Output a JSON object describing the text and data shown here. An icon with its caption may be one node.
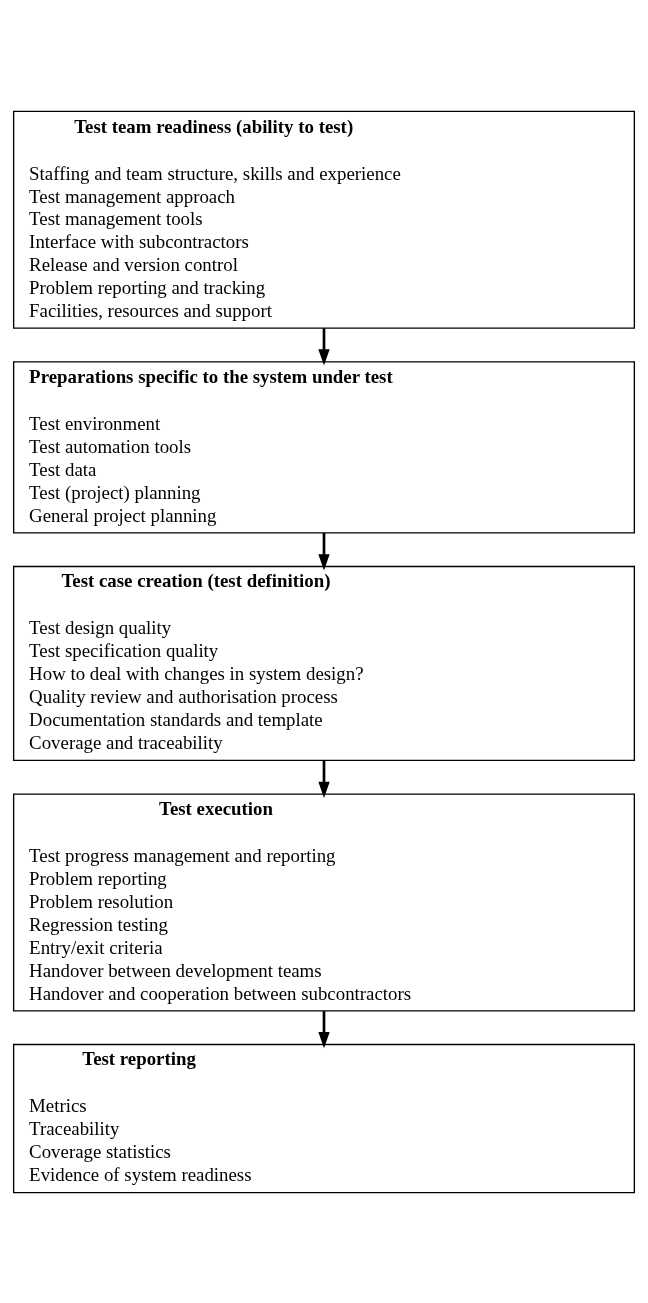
{
  "diagram": {
    "nodes": [
      {
        "text": [
          "Test team readiness (ability to test)",
          "Staffing and team structure, skills and experience",
          "Test management approach",
          "Test management tools",
          "Interface with subcontractors",
          "Release and version control",
          "Problem reporting and tracking",
          "Facilities, resources and support"
        ]
      },
      {
        "text": [
          "Preparations specific to the system under test",
          "Test environment",
          "Test automation tools",
          "Test data",
          "Test (project) planning",
          "General project planning"
        ]
      },
      {
        "text": [
          "Test case creation (test definition)",
          "Test design quality",
          "Test specification quality",
          "How to deal with changes in system design?",
          "Quality review and authorisation process",
          "Documentation standards and template",
          "Coverage and traceability"
        ]
      },
      {
        "text": [
          "Test execution",
          "Test progress management and reporting",
          "Problem reporting",
          "Problem resolution",
          "Regression testing",
          "Entry/exit criteria",
          "Handover between development teams",
          "Handover and cooperation between subcontractors"
        ]
      },
      {
        "text": [
          "Test reporting",
          "Metrics",
          "Traceability",
          "Coverage statistics",
          "Evidence of system readiness"
        ]
      }
    ],
    "edges": [
      {
        "from": 0,
        "to": 1,
        "arrow": "to"
      },
      {
        "from": 1,
        "to": 2,
        "arrow": "to"
      },
      {
        "from": 2,
        "to": 3,
        "arrow": "to"
      },
      {
        "from": 3,
        "to": 4,
        "arrow": "to"
      }
    ]
  }
}
